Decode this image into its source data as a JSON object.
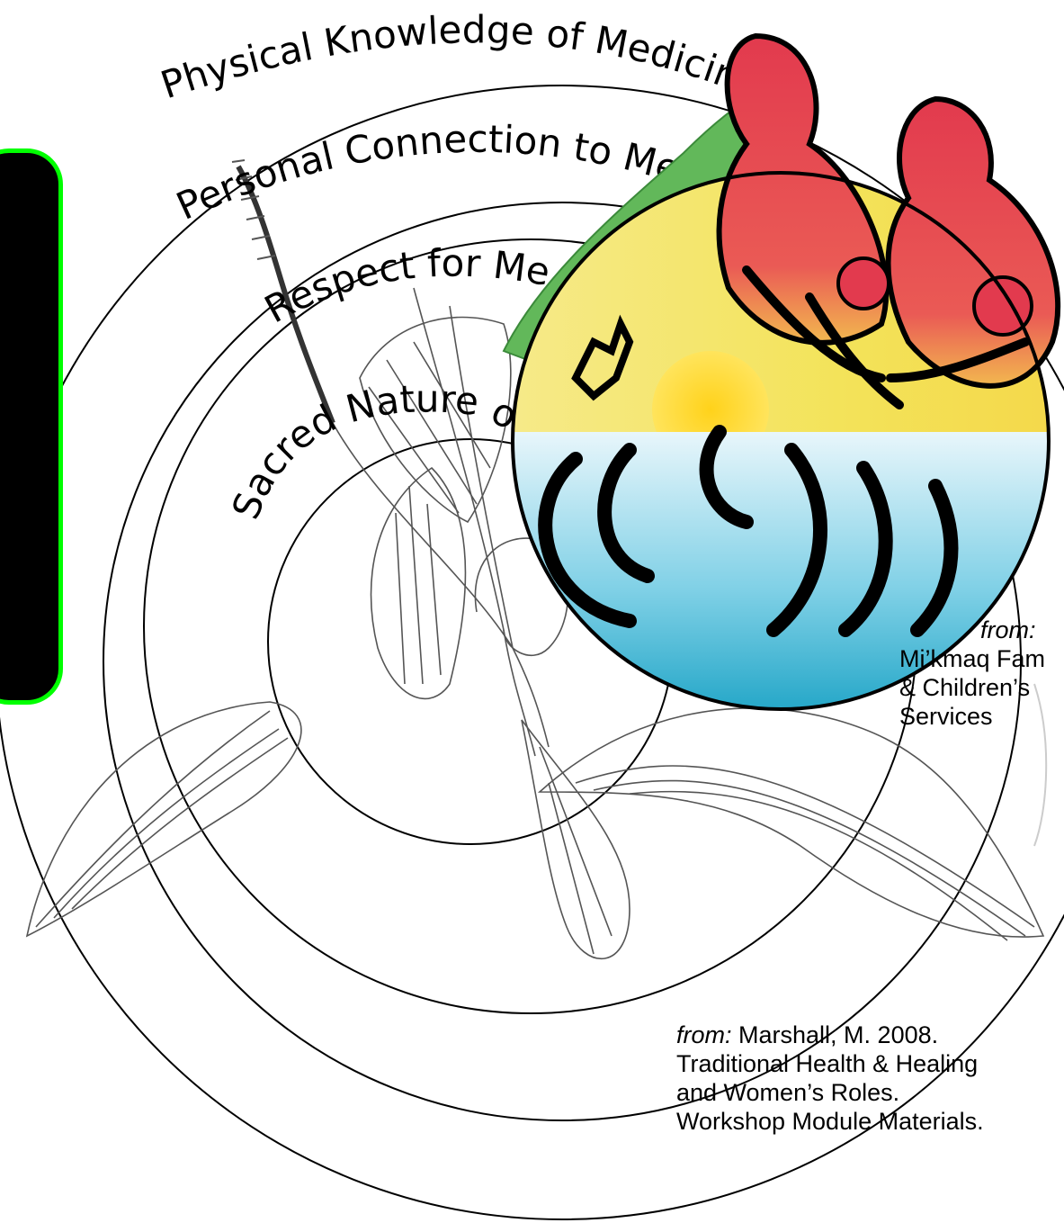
{
  "rings": [
    {
      "label": "Physical Knowledge of Medicine"
    },
    {
      "label": "Personal Connection to Me"
    },
    {
      "label": "Respect for Me"
    },
    {
      "label": "Sacred Nature of Me"
    }
  ],
  "credits": {
    "logo": {
      "prefix": "from:",
      "lines": [
        "Mi’kmaq Fam",
        "& Children’s",
        "Services"
      ]
    },
    "book": {
      "prefix": "from:",
      "first_line": "Marshall, M.  2008.",
      "lines": [
        "Traditional Health & Healing",
        "and Women’s Roles.",
        "Workshop Module Materials."
      ]
    }
  },
  "colors": {
    "panel_fill": "#000000",
    "panel_border": "#00ff00",
    "logo_green": "#5cb85c",
    "logo_yellow": "#f3e35a",
    "logo_red": "#e04352",
    "logo_water": "#38b6d2"
  }
}
